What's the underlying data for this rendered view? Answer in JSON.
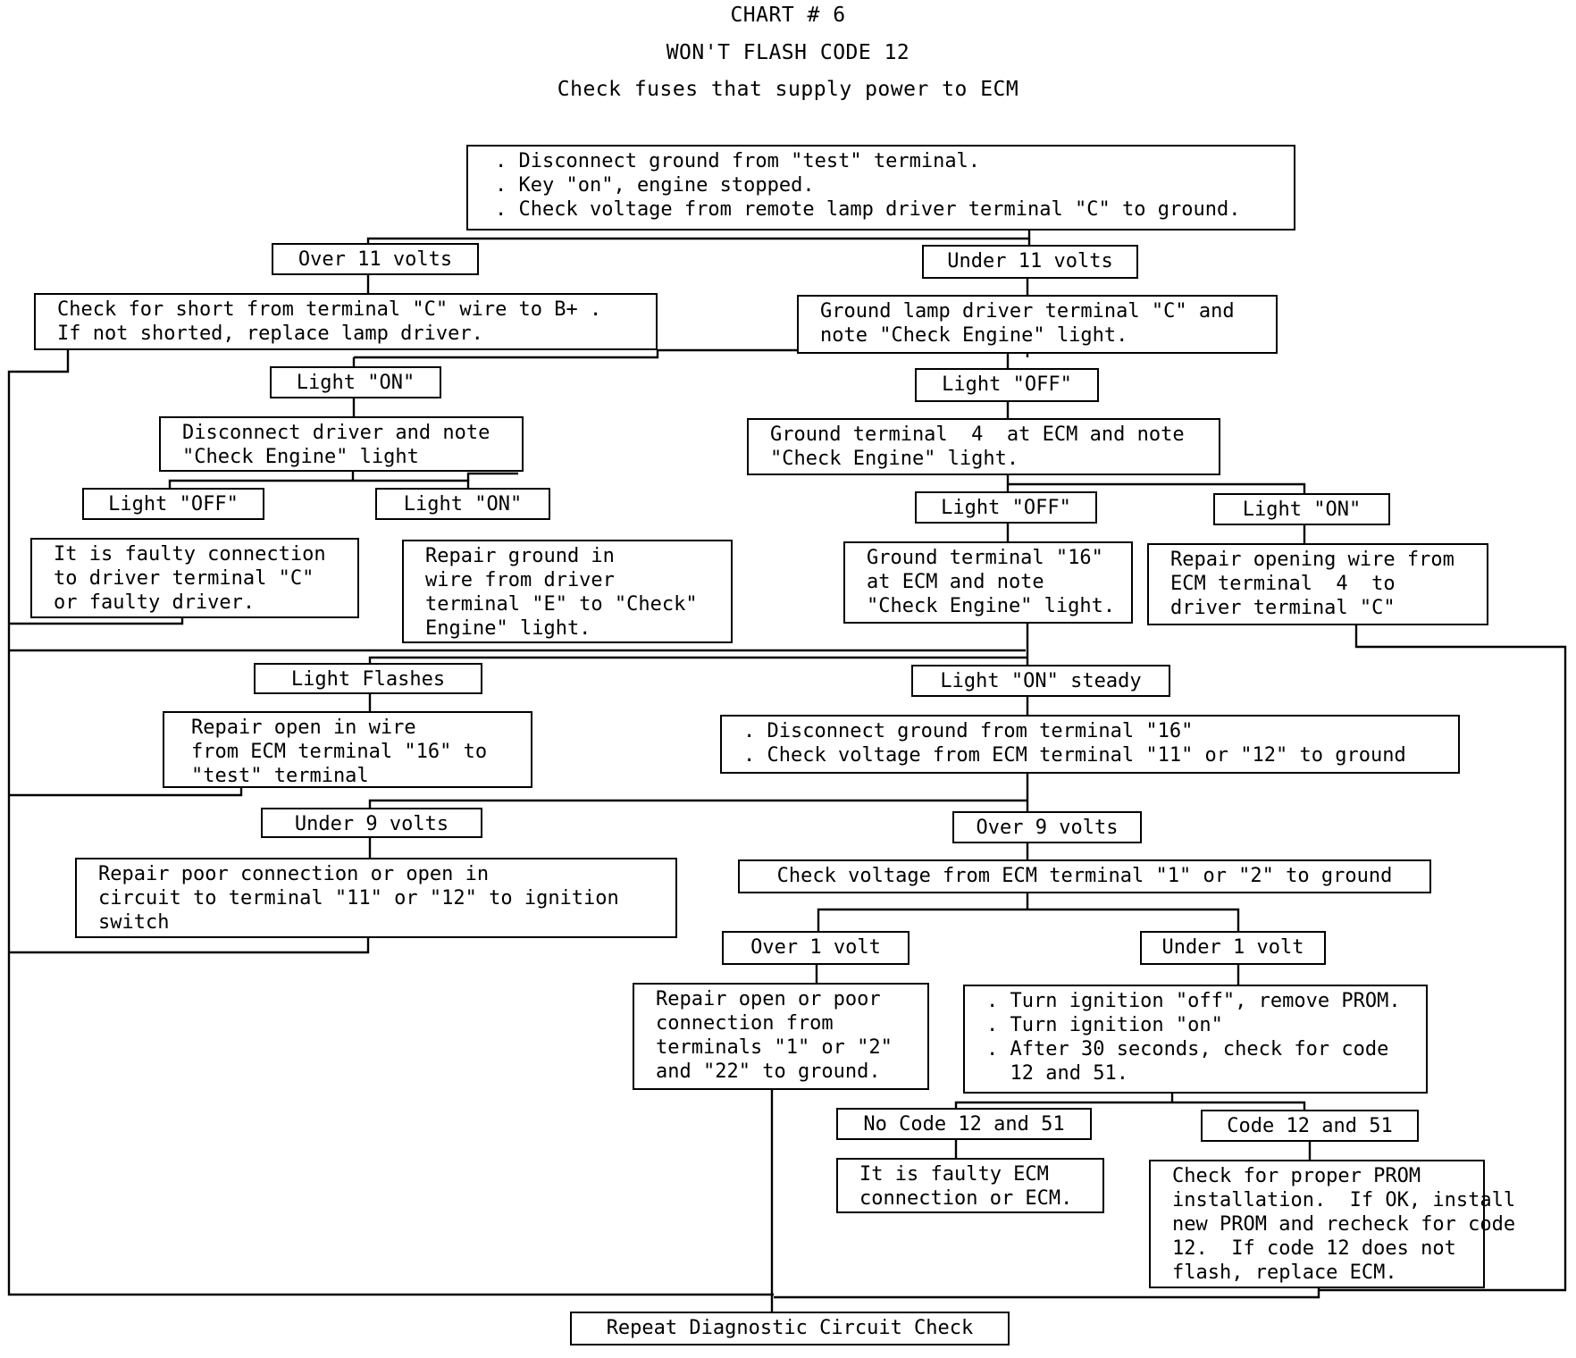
{
  "header": {
    "chart_number": "CHART # 6",
    "title": "WON'T FLASH CODE 12",
    "subtitle": "Check fuses that supply power to ECM"
  },
  "nodes": {
    "start": ". Disconnect ground from \"test\" terminal.\n. Key \"on\", engine stopped.\n. Check voltage from remote lamp driver terminal \"C\" to ground.",
    "over_11": "Over 11 volts",
    "under_11": "Under 11 volts",
    "check_short": "Check for short from terminal \"C\" wire to B+ .\nIf not shorted, replace lamp driver.",
    "ground_lamp": "Ground lamp driver terminal \"C\" and\nnote \"Check Engine\" light.",
    "light_on_1": "Light \"ON\"",
    "light_off_1": "Light \"OFF\"",
    "disconnect_driver": "Disconnect driver and note\n\"Check Engine\" light",
    "ground_term4": "Ground terminal  4  at ECM and note\n\"Check Engine\" light.",
    "light_off_2": "Light \"OFF\"",
    "light_on_2": "Light \"ON\"",
    "light_off_3": "Light \"OFF\"",
    "light_on_3": "Light \"ON\"",
    "faulty_conn": "It is faulty connection\nto driver terminal \"C\"\nor faulty driver.",
    "repair_ground": "Repair ground in\nwire from driver\nterminal \"E\" to \"Check\"\nEngine\" light.",
    "ground_term16": "Ground terminal \"16\"\nat ECM and note\n\"Check Engine\" light.",
    "repair_opening": "Repair opening wire from\nECM terminal  4  to\ndriver terminal \"C\"",
    "light_flashes": "Light Flashes",
    "light_on_steady": "Light \"ON\" steady",
    "repair_open_16": "Repair open in wire\nfrom ECM terminal \"16\" to\n\"test\" terminal",
    "disconnect_16": ". Disconnect ground from terminal \"16\"\n. Check voltage from ECM terminal \"11\" or \"12\" to ground",
    "under_9": "Under 9 volts",
    "over_9": "Over 9 volts",
    "repair_poor_11": "Repair poor connection or open in\ncircuit to terminal \"11\" or \"12\" to ignition\nswitch",
    "check_term12": "Check voltage from ECM terminal \"1\" or \"2\" to ground",
    "over_1": "Over 1 volt",
    "under_1": "Under 1 volt",
    "repair_open_12": "Repair open or poor\nconnection from\nterminals \"1\" or \"2\"\nand \"22\" to ground.",
    "turn_ignition": ". Turn ignition \"off\", remove PROM.\n. Turn ignition \"on\"\n. After 30 seconds, check for code\n  12 and 51.",
    "no_code": "No Code 12 and 51",
    "code": "Code 12 and 51",
    "faulty_ecm": "It is faulty ECM\nconnection or ECM.",
    "check_prom": "Check for proper PROM\ninstallation.  If OK, install\nnew PROM and recheck for code\n12.  If code 12 does not\nflash, replace ECM.",
    "repeat": "Repeat Diagnostic Circuit Check"
  }
}
